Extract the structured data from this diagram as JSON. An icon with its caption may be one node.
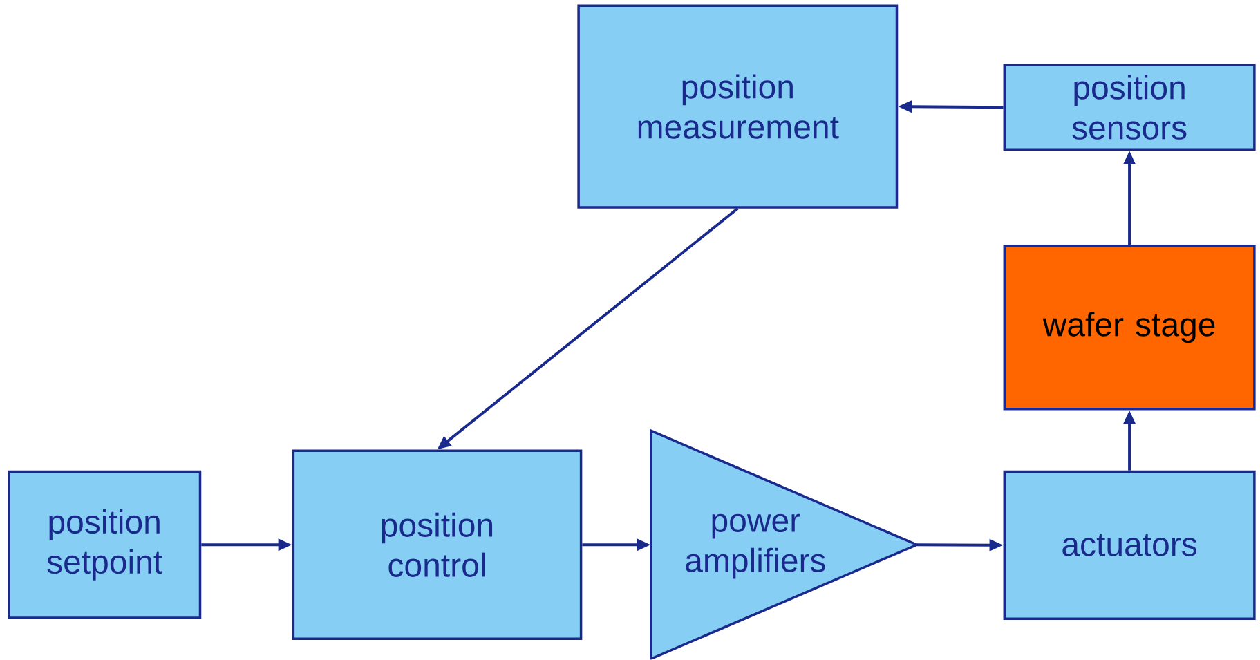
{
  "diagram": {
    "nodes": [
      {
        "text": [
          "position setpoint"
        ]
      },
      {
        "text": [
          "position control"
        ]
      },
      {
        "text": [
          "power amplifiers"
        ]
      },
      {
        "text": [
          "actuators"
        ]
      },
      {
        "text": [
          "wafer stage"
        ]
      },
      {
        "text": [
          "position sensors"
        ]
      },
      {
        "text": [
          "position measurement"
        ]
      }
    ],
    "edges": [
      {
        "from": 0,
        "to": 1,
        "arrow": "to"
      },
      {
        "from": 1,
        "to": 2,
        "arrow": "to"
      },
      {
        "from": 2,
        "to": 3,
        "arrow": "to"
      },
      {
        "from": 3,
        "to": 4,
        "arrow": "to"
      },
      {
        "from": 4,
        "to": 5,
        "arrow": "to"
      },
      {
        "from": 5,
        "to": 6,
        "arrow": "to"
      },
      {
        "from": 6,
        "to": 1,
        "arrow": "to"
      }
    ]
  }
}
